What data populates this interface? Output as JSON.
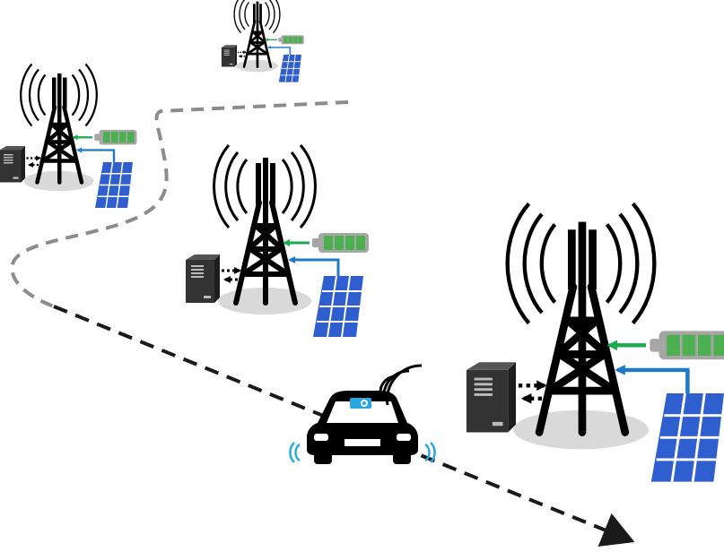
{
  "colors": {
    "tower": "#000000",
    "shadow": "#d9d9d9",
    "battery_body": "#a6a6a6",
    "battery_cells": "#4caf50",
    "battery_arrow": "#1aab4b",
    "solar_panel": "#2f5fcf",
    "solar_grid": "#ffffff",
    "solar_arrow": "#1f78c8",
    "server": "#333333",
    "route_light": "#8c8c8c",
    "route_dark": "#1a1a1a",
    "car": "#000000",
    "car_camera": "#29a8e0",
    "wheel_signal": "#29a8e0"
  },
  "scene": {
    "base_stations": [
      {
        "name": "base-station-top"
      },
      {
        "name": "base-station-left"
      },
      {
        "name": "base-station-middle"
      },
      {
        "name": "base-station-right"
      }
    ],
    "components": [
      "cell-tower-icon",
      "radio-waves-icon",
      "battery-icon",
      "solar-panel-icon",
      "server-icon",
      "vehicle-icon",
      "camera-icon",
      "route-path"
    ]
  }
}
